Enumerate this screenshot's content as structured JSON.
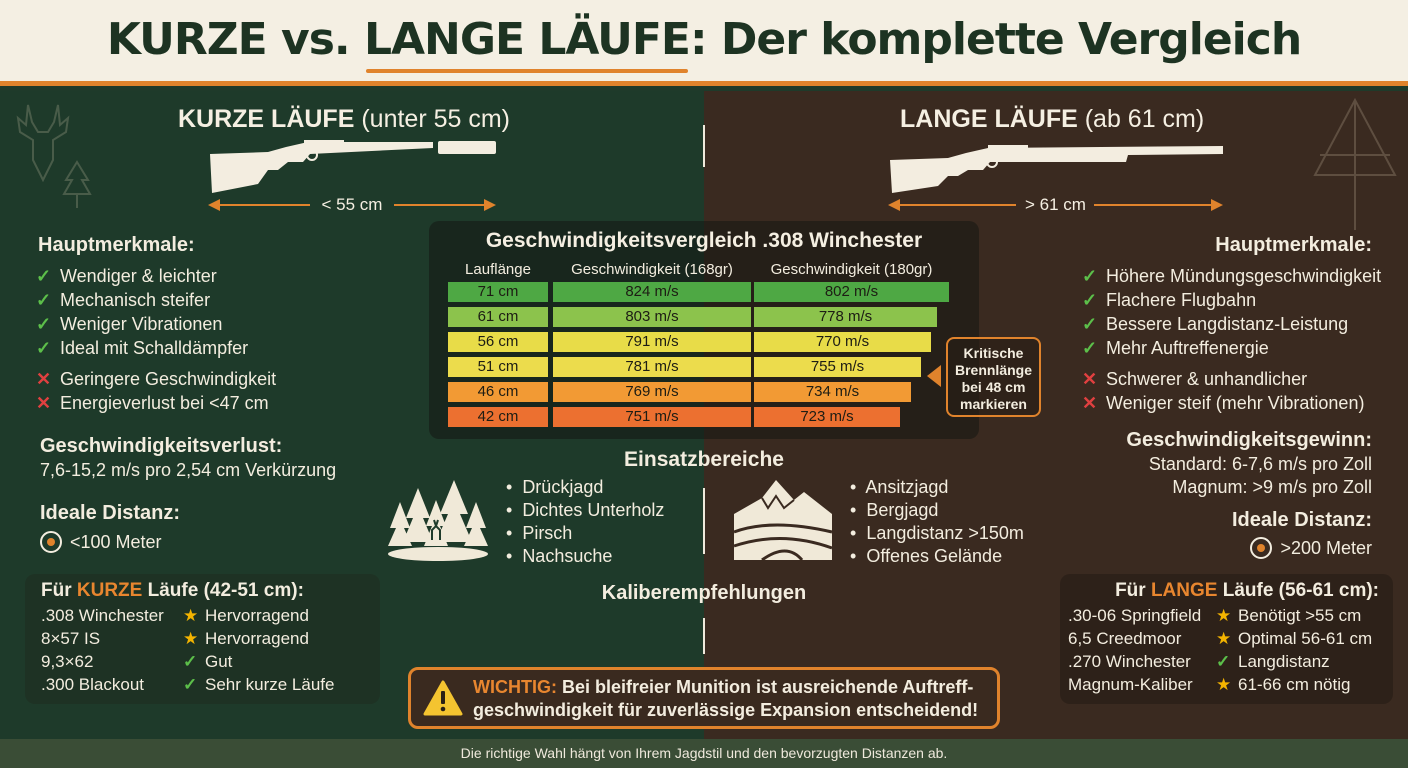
{
  "header": {
    "title_part1": "KURZE vs. ",
    "title_part2": "LANGE LÄUFE",
    "title_part3": ": Der komplette Vergleich"
  },
  "colors": {
    "accent": "#e0832c",
    "left_bg": "#1e3a2a",
    "right_bg": "#3a2a20",
    "header_bg": "#f4efe3",
    "check": "#5cbf4a",
    "cross": "#e04040",
    "star": "#f4b400"
  },
  "short": {
    "heading_bold": "KURZE LÄUFE",
    "heading_rest": " (unter 55 cm)",
    "measure": "< 55 cm",
    "features_title": "Hauptmerkmale:",
    "pros": [
      "Wendiger & leichter",
      "Mechanisch steifer",
      "Weniger Vibrationen",
      "Ideal mit Schalldämpfer"
    ],
    "cons": [
      "Geringere Geschwindigkeit",
      "Energieverlust bei <47 cm"
    ],
    "speed_title": "Geschwindigkeitsverlust:",
    "speed_text": "7,6-15,2 m/s pro 2,54 cm Verkürzung",
    "distance_title": "Ideale Distanz:",
    "distance_value": "<100 Meter",
    "uses": [
      "Drückjagd",
      "Dichtes Unterholz",
      "Pirsch",
      "Nachsuche"
    ],
    "calibers_head_pre": "Für ",
    "calibers_head_acc": "KURZE",
    "calibers_head_post": " Läufe (42-51 cm):",
    "calibers": [
      {
        "name": ".308 Winchester",
        "icon": "star",
        "rating": "Hervorragend"
      },
      {
        "name": "8×57 IS",
        "icon": "star",
        "rating": "Hervorragend"
      },
      {
        "name": "9,3×62",
        "icon": "check",
        "rating": "Gut"
      },
      {
        "name": ".300 Blackout",
        "icon": "check",
        "rating": "Sehr kurze Läufe"
      }
    ]
  },
  "long": {
    "heading_bold": "LANGE LÄUFE",
    "heading_rest": " (ab 61 cm)",
    "measure": "> 61 cm",
    "features_title": "Hauptmerkmale:",
    "pros": [
      "Höhere Mündungsgeschwindigkeit",
      "Flachere Flugbahn",
      "Bessere Langdistanz-Leistung",
      "Mehr Auftreffenergie"
    ],
    "cons": [
      "Schwerer & unhandlicher",
      "Weniger steif (mehr Vibrationen)"
    ],
    "speed_title": "Geschwindigkeitsgewinn:",
    "speed_lines": [
      "Standard: 6-7,6 m/s pro Zoll",
      "Magnum: >9 m/s pro Zoll"
    ],
    "distance_title": "Ideale Distanz:",
    "distance_value": ">200 Meter",
    "uses": [
      "Ansitzjagd",
      "Bergjagd",
      "Langdistanz >150m",
      "Offenes Gelände"
    ],
    "calibers_head_pre": "Für ",
    "calibers_head_acc": "LANGE",
    "calibers_head_post": " Läufe (56-61 cm):",
    "calibers": [
      {
        "name": ".30-06 Springfield",
        "icon": "star",
        "rating": "Benötigt >55 cm"
      },
      {
        "name": "6,5 Creedmoor",
        "icon": "star",
        "rating": "Optimal 56-61 cm"
      },
      {
        "name": ".270 Winchester",
        "icon": "check",
        "rating": "Langdistanz"
      },
      {
        "name": "Magnum-Kaliber",
        "icon": "star",
        "rating": "61-66 cm nötig"
      }
    ]
  },
  "speed_table": {
    "title": "Geschwindigkeitsvergleich .308 Winchester",
    "columns": [
      "Lauflänge",
      "Geschwindigkeit (168gr)",
      "Geschwindigkeit (180gr)"
    ],
    "rows": [
      {
        "length": "71 cm",
        "v168": "824 m/s",
        "v180": "802 m/s",
        "color": "#4ea844"
      },
      {
        "length": "61 cm",
        "v168": "803 m/s",
        "v180": "778 m/s",
        "color": "#8cc34c"
      },
      {
        "length": "56 cm",
        "v168": "791 m/s",
        "v180": "770 m/s",
        "color": "#e8dc48"
      },
      {
        "length": "51 cm",
        "v168": "781 m/s",
        "v180": "755 m/s",
        "color": "#ecdc4c"
      },
      {
        "length": "46 cm",
        "v168": "769 m/s",
        "v180": "734 m/s",
        "color": "#f29a34"
      },
      {
        "length": "42 cm",
        "v168": "751 m/s",
        "v180": "723 m/s",
        "color": "#ec7030"
      }
    ],
    "callout": "Kritische Brennlänge bei 48 cm markieren"
  },
  "chart_data": {
    "type": "table",
    "title": "Geschwindigkeitsvergleich .308 Winchester",
    "categories": [
      "71 cm",
      "61 cm",
      "56 cm",
      "51 cm",
      "46 cm",
      "42 cm"
    ],
    "series": [
      {
        "name": "Geschwindigkeit (168gr)",
        "unit": "m/s",
        "values": [
          824,
          803,
          791,
          781,
          769,
          751
        ]
      },
      {
        "name": "Geschwindigkeit (180gr)",
        "unit": "m/s",
        "values": [
          802,
          778,
          770,
          755,
          734,
          723
        ]
      }
    ],
    "xlabel": "Lauflänge",
    "annotations": [
      "Kritische Brennlänge bei 48 cm markieren"
    ]
  },
  "sections": {
    "uses_title": "Einsatzbereiche",
    "calibers_title": "Kaliberempfehlungen"
  },
  "warning": {
    "label": "WICHTIG:",
    "line1": " Bei bleifreier Munition ist ausreichende Auftreff-",
    "line2": "geschwindigkeit für zuverlässige Expansion entscheidend!"
  },
  "footer": {
    "text": "Die richtige Wahl hängt von Ihrem Jagdstil und den bevorzugten Distanzen ab."
  }
}
